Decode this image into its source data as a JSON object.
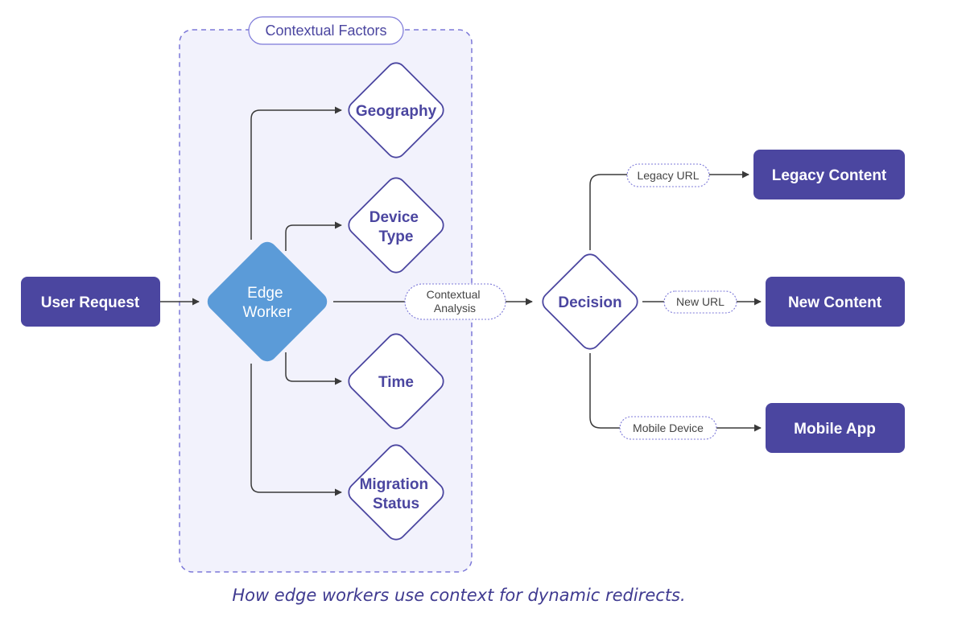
{
  "group": {
    "label": "Contextual Factors"
  },
  "nodes": {
    "user_request": "User Request",
    "edge_worker": [
      "Edge",
      "Worker"
    ],
    "geography": [
      "Geography"
    ],
    "device_type": [
      "Device",
      "Type"
    ],
    "time": [
      "Time"
    ],
    "migration_status": [
      "Migration",
      "Status"
    ],
    "decision": "Decision",
    "legacy_content": "Legacy Content",
    "new_content": "New Content",
    "mobile_app": "Mobile App"
  },
  "edge_labels": {
    "contextual_analysis": [
      "Contextual",
      "Analysis"
    ],
    "legacy_url": "Legacy URL",
    "new_url": "New URL",
    "mobile_device": "Mobile Device"
  },
  "caption": "How edge workers use context for dynamic redirects.",
  "colors": {
    "primary": "#4b46a0",
    "edge_worker": "#5b9bd8",
    "group_fill": "#f2f2fc",
    "group_border": "#7c78d8",
    "line": "#3a3a3a",
    "pill_border": "#7c78d8",
    "caption": "#3f3a90"
  }
}
